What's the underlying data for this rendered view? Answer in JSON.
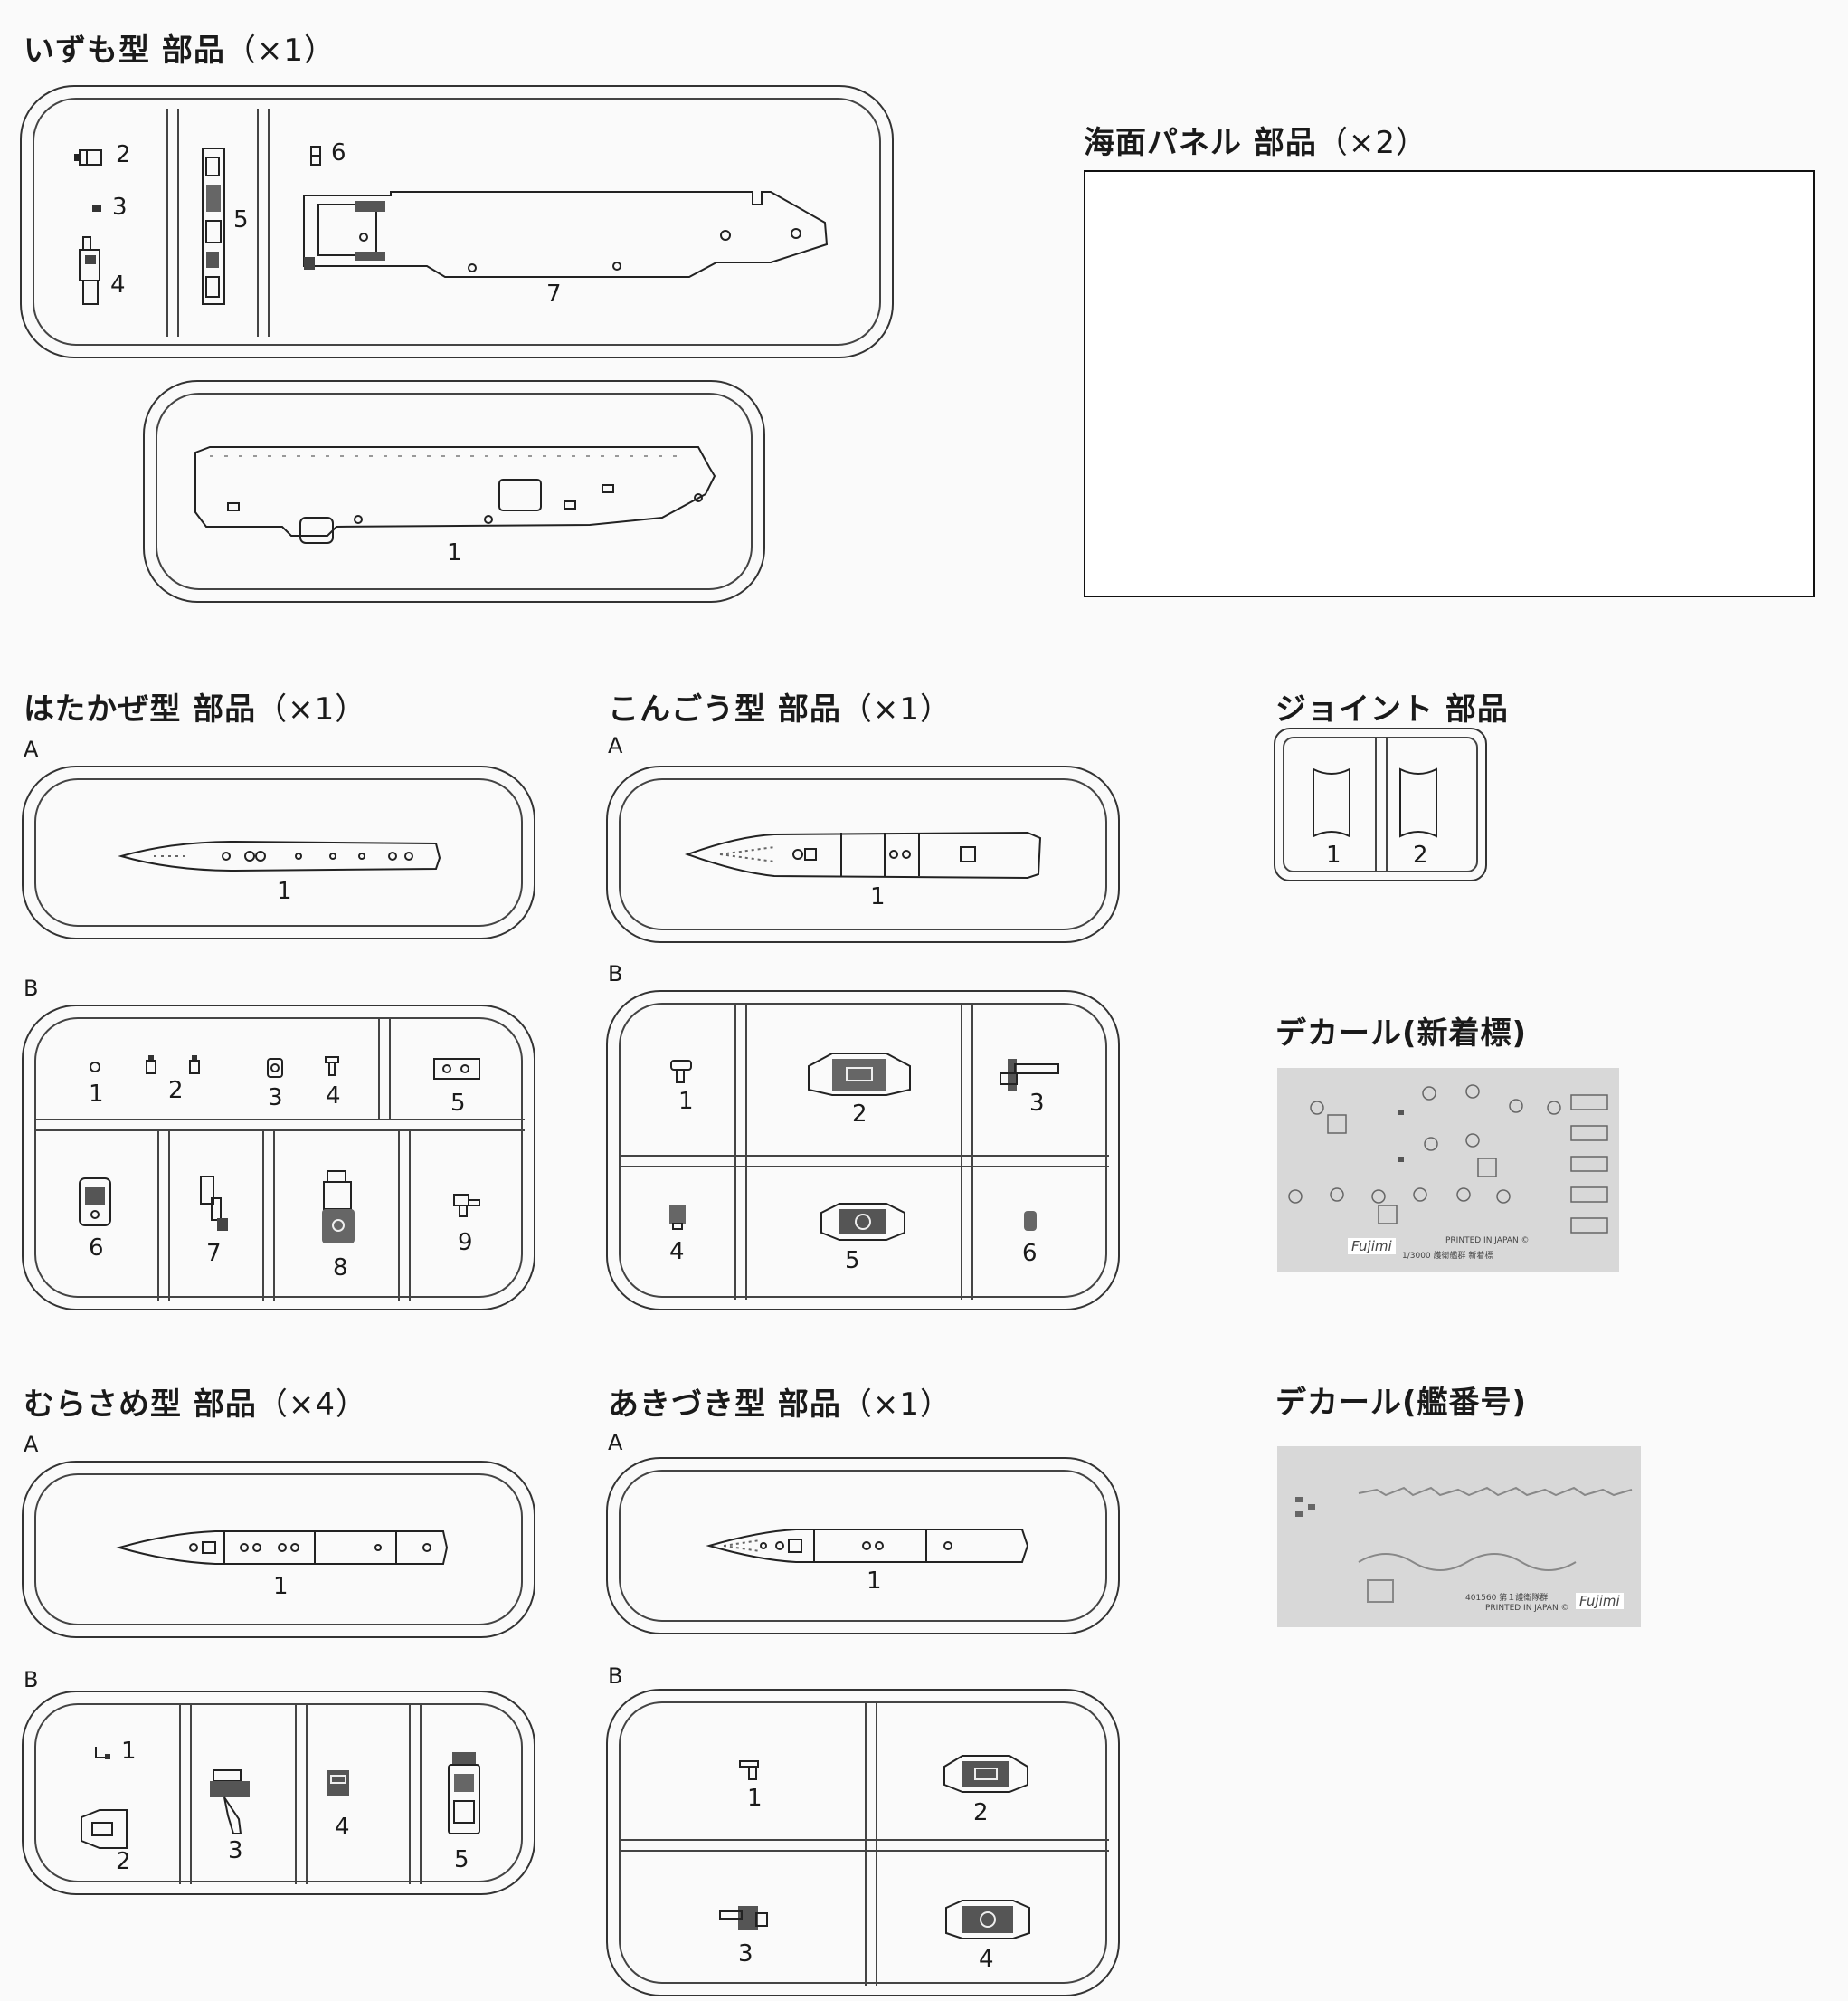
{
  "sections": {
    "izumo": {
      "name": "いずも型 部品",
      "qty": "（×1）",
      "parts_top": [
        "2",
        "3",
        "4",
        "5",
        "6",
        "7"
      ],
      "parts_bottom": [
        "1"
      ]
    },
    "sea_panel": {
      "name": "海面パネル 部品",
      "qty": "（×2）"
    },
    "hatakaze": {
      "name": "はたかぜ型 部品",
      "qty": "（×1）",
      "sprue_a": "A",
      "sprue_b": "B",
      "parts_a": [
        "1"
      ],
      "parts_b": [
        "1",
        "2",
        "3",
        "4",
        "5",
        "6",
        "7",
        "8",
        "9"
      ]
    },
    "kongou": {
      "name": "こんごう型 部品",
      "qty": "（×1）",
      "sprue_a": "A",
      "sprue_b": "B",
      "parts_a": [
        "1"
      ],
      "parts_b": [
        "1",
        "2",
        "3",
        "4",
        "5",
        "6"
      ]
    },
    "joint": {
      "name": "ジョイント 部品",
      "parts": [
        "1",
        "2"
      ]
    },
    "decal_new": {
      "name": "デカール(新着標)",
      "print_line1": "PRINTED IN JAPAN ©",
      "print_line2": "1/3000 護衛艦群 新着標",
      "brand": "Fujimi"
    },
    "decal_hull": {
      "name": "デカール(艦番号)",
      "print_line1": "401560 第１護衛隊群",
      "print_line2": "PRINTED IN JAPAN ©",
      "brand": "Fujimi"
    },
    "murasame": {
      "name": "むらさめ型 部品",
      "qty": "（×4）",
      "sprue_a": "A",
      "sprue_b": "B",
      "parts_a": [
        "1"
      ],
      "parts_b": [
        "1",
        "2",
        "3",
        "4",
        "5"
      ]
    },
    "akizuki": {
      "name": "あきづき型 部品",
      "qty": "（×1）",
      "sprue_a": "A",
      "sprue_b": "B",
      "parts_a": [
        "1"
      ],
      "parts_b": [
        "1",
        "2",
        "3",
        "4"
      ]
    }
  }
}
